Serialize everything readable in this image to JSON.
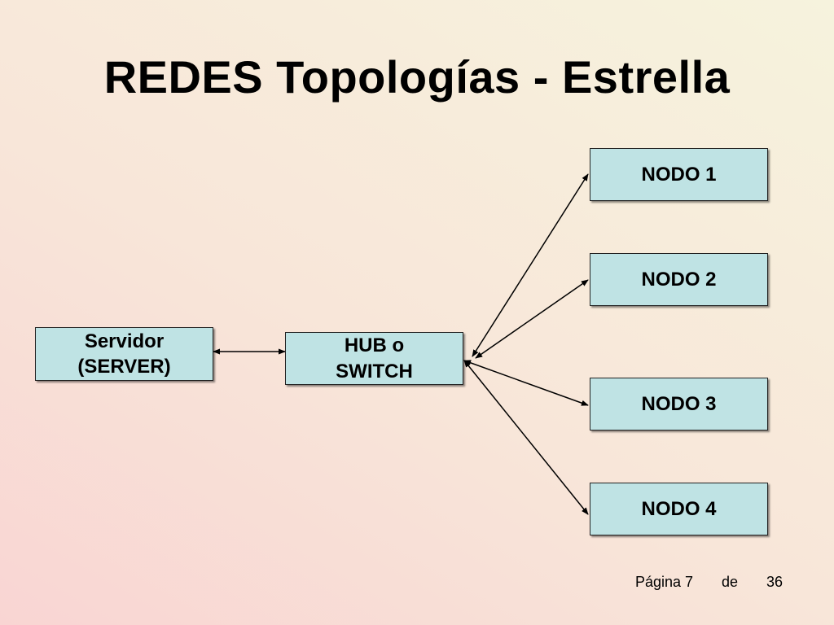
{
  "slide": {
    "title": "REDES Topologías - Estrella"
  },
  "nodes": {
    "server": {
      "line1": "Servidor",
      "line2": "(SERVER)"
    },
    "hub": {
      "line1": "HUB o",
      "line2": "SWITCH"
    },
    "node1": {
      "label": "NODO 1"
    },
    "node2": {
      "label": "NODO 2"
    },
    "node3": {
      "label": "NODO 3"
    },
    "node4": {
      "label": "NODO 4"
    }
  },
  "footer": {
    "page_label": "Página 7",
    "of_label": "de",
    "total": "36"
  },
  "colors": {
    "box_fill": "#bfe3e4",
    "line": "#000000"
  }
}
